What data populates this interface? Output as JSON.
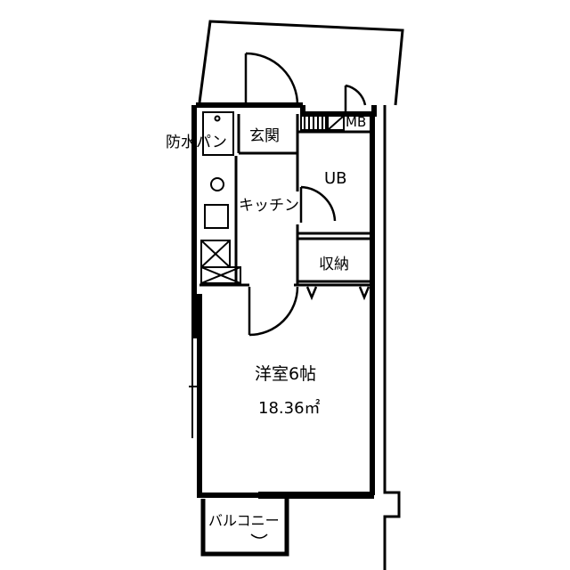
{
  "labels": {
    "waterproof_pan": "防水パン",
    "entrance": "玄関",
    "meter_box": "MB",
    "bath": "UB",
    "kitchen": "キッチン",
    "storage": "収納",
    "room": "洋室6帖",
    "area": "18.36㎡",
    "balcony": "バルコニー"
  },
  "colors": {
    "line": "#000000",
    "background": "#ffffff"
  }
}
